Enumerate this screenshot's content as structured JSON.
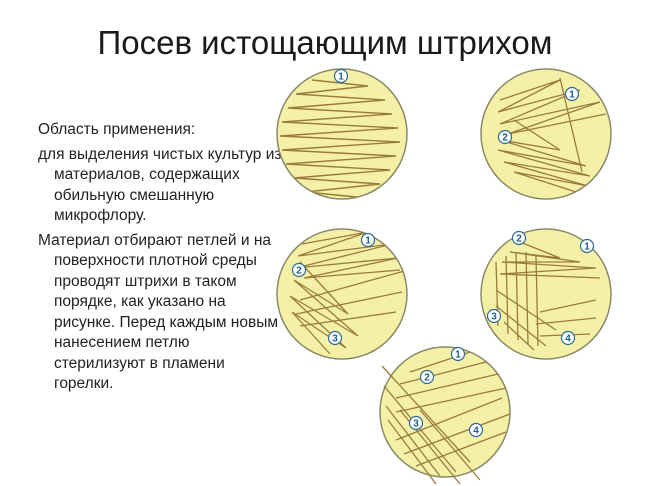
{
  "title": "Посев истощающим штрихом",
  "text": {
    "area_label": "Область применения:",
    "area_body": "для выделения чистых культур из материалов, содержащих обильную смешанную микрофлору.",
    "method": "Материал отбирают петлей и на поверхности плотной среды проводят штрихи в таком порядке, как указано на рисунке. Перед каждым новым нанесением петлю стерилизуют в пламени горелки."
  },
  "dishes": [
    {
      "name": "dish-1",
      "labels": [
        "1"
      ]
    },
    {
      "name": "dish-2",
      "labels": [
        "1",
        "2"
      ]
    },
    {
      "name": "dish-3",
      "labels": [
        "1",
        "2",
        "3"
      ]
    },
    {
      "name": "dish-4",
      "labels": [
        "2",
        "1",
        "3",
        "4"
      ]
    },
    {
      "name": "dish-5",
      "labels": [
        "1",
        "2",
        "3",
        "4"
      ]
    }
  ],
  "colors": {
    "dish_fill": "#f4f0a6",
    "dish_stroke": "#8a8a6a",
    "streak": "#9a7b3e",
    "label_ring": "#2a6a9a",
    "label_text": "#1f5f8b"
  }
}
